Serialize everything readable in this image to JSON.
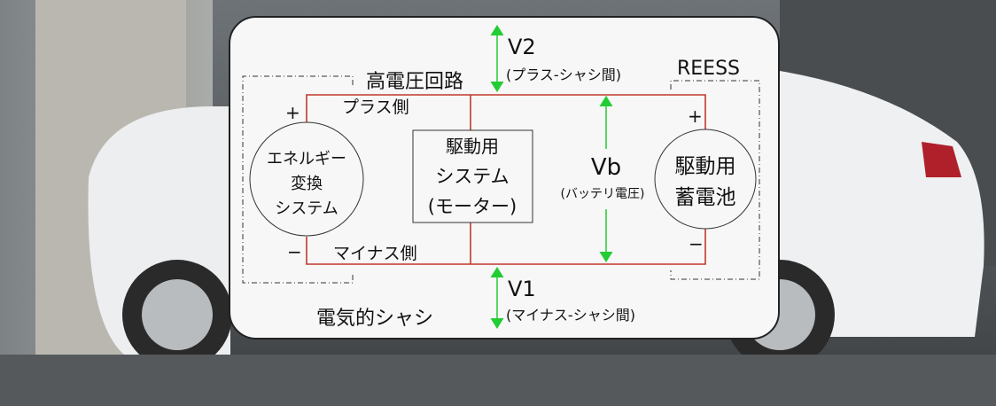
{
  "diagram": {
    "high_voltage_circuit": "高電圧回路",
    "reess": "REESS",
    "v2_label": "V2",
    "v2_desc": "(プラス-シャシ間)",
    "plus_side": "プラス側",
    "minus_side": "マイナス側",
    "left_plus": "+",
    "left_minus": "−",
    "right_plus": "+",
    "right_minus": "−",
    "energy_conversion": [
      "エネルギー",
      "変換",
      "システム"
    ],
    "drive_system": [
      "駆動用",
      "システム",
      "(モーター)"
    ],
    "vb_label": "Vb",
    "vb_desc": "(バッテリ電圧)",
    "battery": [
      "駆動用",
      "蓄電池"
    ],
    "v1_label": "V1",
    "v1_desc": "(マイナス-シャシ間)",
    "chassis": "電気的シャシ"
  },
  "colors": {
    "circuit_line": "#c0392b",
    "arrow": "#22cc33",
    "panel": "#f7f7f7"
  }
}
